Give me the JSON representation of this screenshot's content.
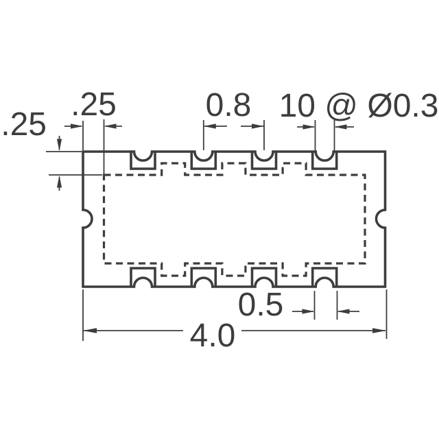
{
  "drawing": {
    "type_note": "component package dimension drawing",
    "colors": {
      "line": "#3d3d3d",
      "background": "#ffffff"
    },
    "dimensions": {
      "edge_to_pattern_horizontal": ".25",
      "edge_to_pattern_vertical": ".25",
      "terminal_pitch": "0.8",
      "castellation_spec": "10 @ Ø0.3",
      "terminal_width": "0.5",
      "overall_length": "4.0"
    }
  }
}
